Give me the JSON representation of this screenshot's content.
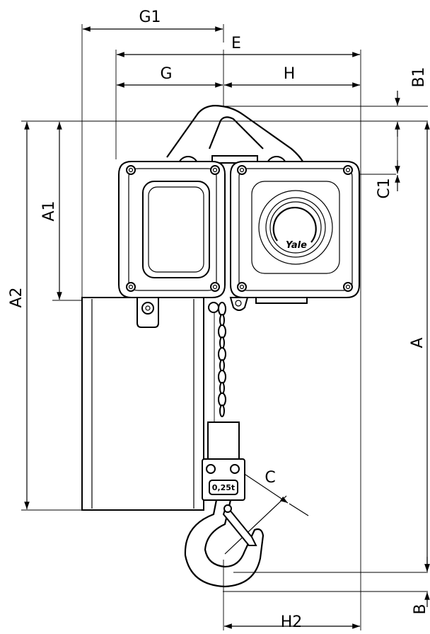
{
  "dimensions": {
    "g1": "G1",
    "e": "E",
    "g": "G",
    "h": "H",
    "b1": "B1",
    "c1": "C1",
    "a1": "A1",
    "a2": "A2",
    "a": "A",
    "c": "C",
    "h2": "H2",
    "b": "B"
  },
  "labels": {
    "brand": "Yale",
    "capacity": "0,25t"
  }
}
